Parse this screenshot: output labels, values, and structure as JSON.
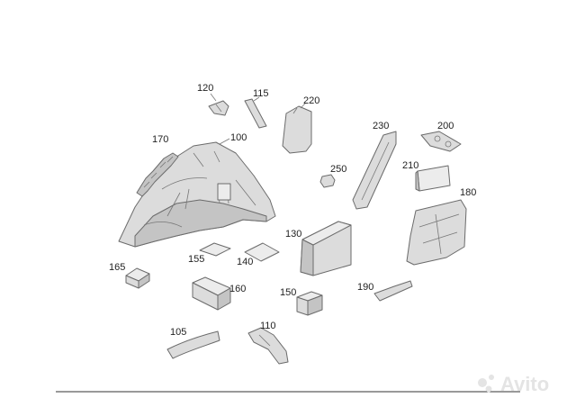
{
  "labels": {
    "p100": "100",
    "p105": "105",
    "p110": "110",
    "p115": "115",
    "p120": "120",
    "p130": "130",
    "p140": "140",
    "p150": "150",
    "p155": "155",
    "p160": "160",
    "p165": "165",
    "p170": "170",
    "p180": "180",
    "p190": "190",
    "p200": "200",
    "p210": "210",
    "p220": "220",
    "p230": "230",
    "p250": "250"
  },
  "watermark": "Avito",
  "colors": {
    "part_fill": "#dcdcdc",
    "outline": "#6b6b6b",
    "baseline": "#333333"
  }
}
